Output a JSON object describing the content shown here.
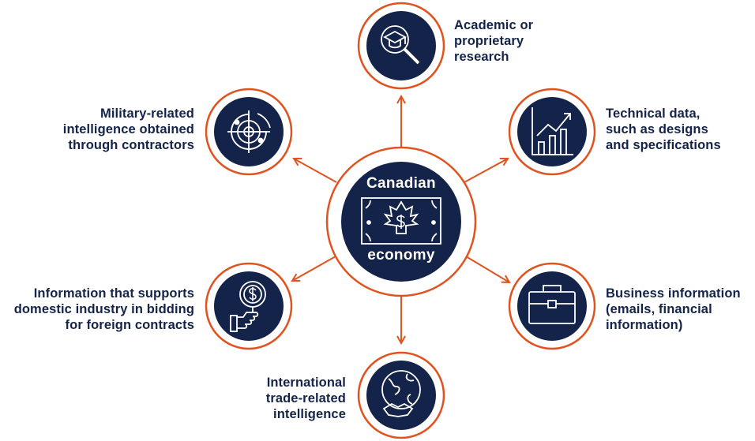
{
  "center": {
    "line1": "Canadian",
    "line2": "economy",
    "icon": "maple-leaf-dollar-banknote-icon"
  },
  "nodes": [
    {
      "id": "academic",
      "lines": [
        "Academic or",
        "proprietary",
        "research"
      ],
      "icon": "graduation-cap-magnifier-icon"
    },
    {
      "id": "technical",
      "lines": [
        "Technical data,",
        "such as designs",
        "and specifications"
      ],
      "icon": "bar-chart-trend-icon"
    },
    {
      "id": "business",
      "lines": [
        "Business information",
        "(emails, financial",
        "information)"
      ],
      "icon": "briefcase-icon"
    },
    {
      "id": "trade",
      "lines": [
        "International",
        "trade-related",
        "intelligence"
      ],
      "icon": "globe-handshake-icon"
    },
    {
      "id": "bidding",
      "lines": [
        "Information that supports",
        "domestic industry in bidding",
        "for foreign contracts"
      ],
      "icon": "hand-holding-dollar-icon"
    },
    {
      "id": "military",
      "lines": [
        "Military-related",
        "intelligence obtained",
        "through contractors"
      ],
      "icon": "radar-target-icon"
    }
  ],
  "colors": {
    "navy": "#14234a",
    "orange": "#e0531f",
    "white": "#ffffff"
  }
}
